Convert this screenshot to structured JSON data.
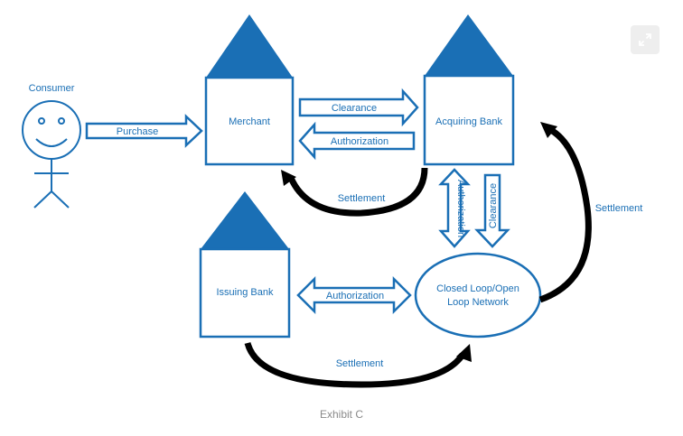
{
  "nodes": {
    "consumer": "Consumer",
    "merchant": "Merchant",
    "acquiring_bank": "Acquiring Bank",
    "issuing_bank": "Issuing Bank",
    "network_line1": "Closed Loop/Open",
    "network_line2": "Loop Network"
  },
  "edges": {
    "purchase": "Purchase",
    "clearance_top": "Clearance",
    "authorization_top": "Authorization",
    "settlement_merchant": "Settlement",
    "authorization_vertical": "Authorization",
    "clearance_vertical": "Clearance",
    "settlement_right": "Settlement",
    "authorization_issuing": "Authorization",
    "settlement_bottom": "Settlement"
  },
  "caption": "Exhibit C",
  "colors": {
    "accent": "#1a6fb5",
    "arrow_fill": "#000000",
    "caption": "#8a8a8a"
  },
  "icons": {
    "expand": "expand-icon"
  }
}
